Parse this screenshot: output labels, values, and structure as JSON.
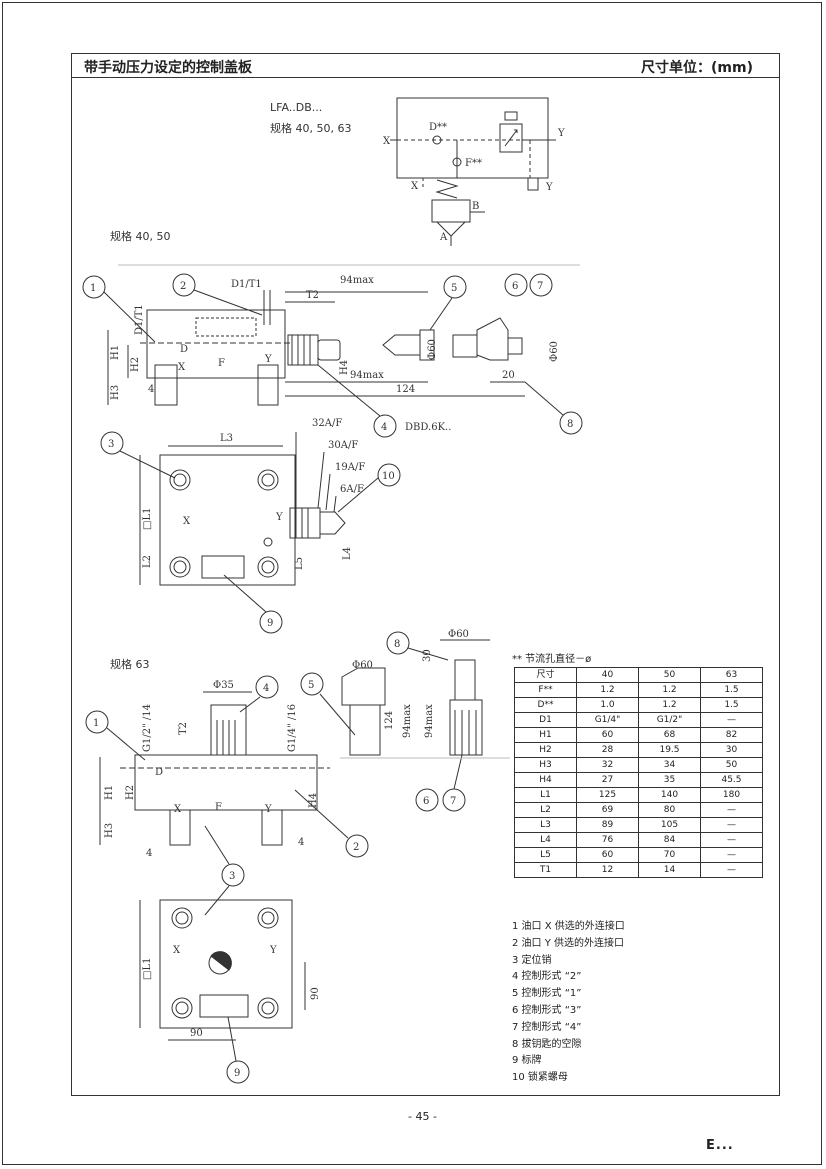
{
  "header": {
    "title": "带手动压力设定的控制盖板",
    "unit": "尺寸单位：(mm)"
  },
  "schematic": {
    "model": "LFA..DB...",
    "sizes": "规格 40, 50, 63",
    "ports": {
      "x": "X",
      "y": "Y",
      "a": "A",
      "b": "B",
      "d": "D**",
      "f": "F**"
    }
  },
  "view_40_50": {
    "label": "规格 40, 50",
    "callouts": [
      "1",
      "2",
      "5",
      "6",
      "7",
      "4",
      "8",
      "3",
      "10",
      "9"
    ],
    "dims": {
      "d1t1": "D1/T1",
      "len94": "94max",
      "t2": "T2",
      "d1t1_v": "D1/T1",
      "h1": "H1",
      "h2": "H2",
      "h3": "H3",
      "h4": "H4",
      "d": "D",
      "x": "X",
      "y": "Y",
      "f": "F",
      "four": "4",
      "len94b": "94max",
      "len124": "124",
      "twenty": "20",
      "phi60a": "Φ60",
      "phi60b": "Φ60",
      "dbd": "DBD.6K..",
      "l3": "L3",
      "l1": "□L1",
      "l2": "L2",
      "l4": "L4",
      "l5": "L5",
      "a32": "32A/F",
      "a30": "30A/F",
      "a19": "19A/F",
      "a6": "6A/F"
    }
  },
  "view_63": {
    "label": "规格 63",
    "callouts": [
      "8",
      "4",
      "5",
      "1",
      "6",
      "7",
      "2",
      "3",
      "9"
    ],
    "dims": {
      "phi60top": "Φ60",
      "phi35": "Φ35",
      "phi60": "Φ60",
      "thirty": "30",
      "t2": "T2",
      "g12": "G1/2\" /14",
      "g14": "G1/4\" /16",
      "h1": "H1",
      "h2": "H2",
      "h3": "H3",
      "h4": "H4",
      "d": "D",
      "x": "X",
      "y": "Y",
      "f": "F",
      "four_a": "4",
      "four_b": "4",
      "len124": "124",
      "len94": "94max",
      "len94b": "94max",
      "l1": "□L1",
      "ninety": "90",
      "ninety_v": "90"
    }
  },
  "table": {
    "title": "** 节流孔直径－ø",
    "header": [
      "尺寸",
      "40",
      "50",
      "63"
    ],
    "rows": [
      [
        "F**",
        "1.2",
        "1.2",
        "1.5"
      ],
      [
        "D**",
        "1.0",
        "1.2",
        "1.5"
      ],
      [
        "D1",
        "G1/4\"",
        "G1/2\"",
        "—"
      ],
      [
        "H1",
        "60",
        "68",
        "82"
      ],
      [
        "H2",
        "28",
        "19.5",
        "30"
      ],
      [
        "H3",
        "32",
        "34",
        "50"
      ],
      [
        "H4",
        "27",
        "35",
        "45.5"
      ],
      [
        "L1",
        "125",
        "140",
        "180"
      ],
      [
        "L2",
        "69",
        "80",
        "—"
      ],
      [
        "L3",
        "89",
        "105",
        "—"
      ],
      [
        "L4",
        "76",
        "84",
        "—"
      ],
      [
        "L5",
        "60",
        "70",
        "—"
      ],
      [
        "T1",
        "12",
        "14",
        "—"
      ]
    ]
  },
  "legend": [
    "1 油口 X 供选的外连接口",
    "2 油口 Y 供选的外连接口",
    "3 定位销",
    "4 控制形式 “2”",
    "5 控制形式 “1”",
    "6 控制形式 “3”",
    "7 控制形式 “4”",
    "8 拔钥匙的空隙",
    "9 标牌",
    "10 锁紧螺母"
  ],
  "footer": {
    "page": "- 45 -",
    "mark": "E..."
  }
}
